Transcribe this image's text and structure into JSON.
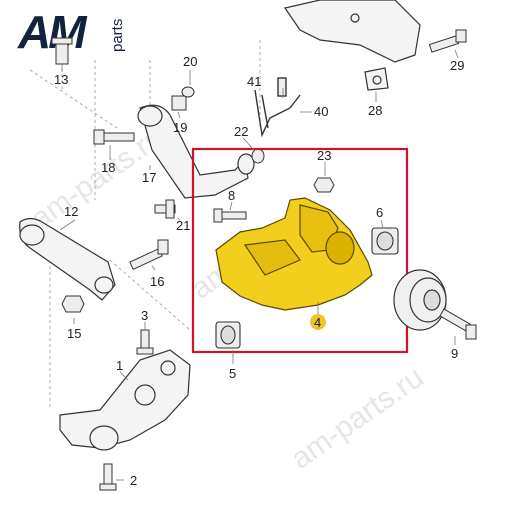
{
  "logo": {
    "brand": "AM",
    "suffix": "parts",
    "brand_color": "#15223f"
  },
  "watermarks": [
    "am-parts.ru",
    "am-parts.ru",
    "am-parts.ru"
  ],
  "highlight": {
    "color": "#d0122a",
    "part_label": "4"
  },
  "callouts": {
    "c1": "1",
    "c2": "2",
    "c3": "3",
    "c4": "4",
    "c5": "5",
    "c6": "6",
    "c8": "8",
    "c9": "9",
    "c12": "12",
    "c13": "13",
    "c15": "15",
    "c16": "16",
    "c17": "17",
    "c18": "18",
    "c19": "19",
    "c20": "20",
    "c21": "21",
    "c22": "22",
    "c23": "23",
    "c28": "28",
    "c29": "29",
    "c40": "40",
    "c41": "41"
  },
  "colors": {
    "part_fill": "#f4f4f4",
    "part_stroke": "#333333",
    "highlight_part": "#f2cf1d",
    "label_badge": "#e9c72a",
    "leader_line": "#7a7a7a"
  }
}
